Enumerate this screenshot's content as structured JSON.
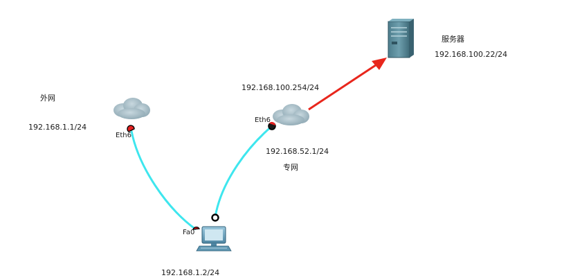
{
  "labels": {
    "external_net": "外网",
    "external_ip": "192.168.1.1/24",
    "external_port": "Eth6",
    "private_net": "专网",
    "private_ip": "192.168.52.1/24",
    "private_port": "Eth6",
    "private_upper_ip": "192.168.100.254/24",
    "server_name": "服务器",
    "server_ip": "192.168.100.22/24",
    "pc_port": "Fa0",
    "pc_ip": "192.168.1.2/24"
  },
  "colors": {
    "link": "#3ee6ee",
    "arrow": "#e8261c",
    "port_red": "#e52222",
    "cloud": "#a9c0c9",
    "server": "#5c8a98",
    "pc": "#6aa4bf"
  },
  "icons": {
    "external_cloud": "cloud-icon",
    "private_cloud": "cloud-icon",
    "server": "server-icon",
    "pc": "pc-icon"
  }
}
